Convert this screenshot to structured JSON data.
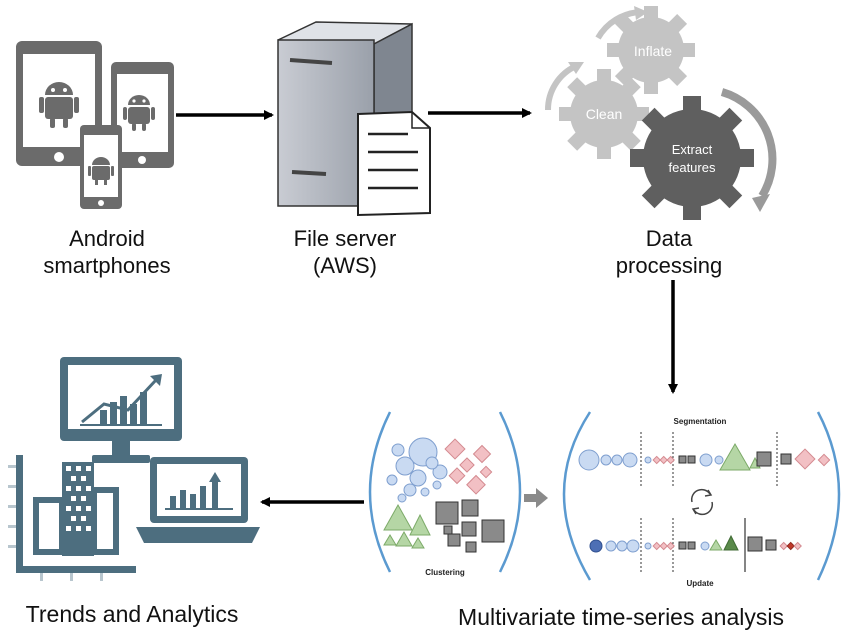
{
  "nodes": {
    "android": {
      "label_line1": "Android",
      "label_line2": "smartphones"
    },
    "server": {
      "label_line1": "File server",
      "label_line2": "(AWS)"
    },
    "processing": {
      "label_line1": "Data",
      "label_line2": "processing",
      "gears": {
        "inflate": "Inflate",
        "clean": "Clean",
        "extract_line1": "Extract",
        "extract_line2": "features"
      }
    },
    "analysis": {
      "label": "Multivariate time-series analysis",
      "clustering": "Clustering",
      "segmentation": "Segmentation",
      "update": "Update"
    },
    "trends": {
      "label": "Trends and Analytics"
    }
  },
  "colors": {
    "device_gray": "#6b6b6b",
    "gear_light": "#c4c4c4",
    "gear_dark": "#5f5f5f",
    "analytics_teal": "#4d6e7f",
    "bracket_blue": "#5b9ad0",
    "blue_shape": "#c9daf2",
    "pink_shape": "#f2c0c4",
    "green_shape": "#b5d6a5",
    "gray_square": "#8a8a8a"
  }
}
